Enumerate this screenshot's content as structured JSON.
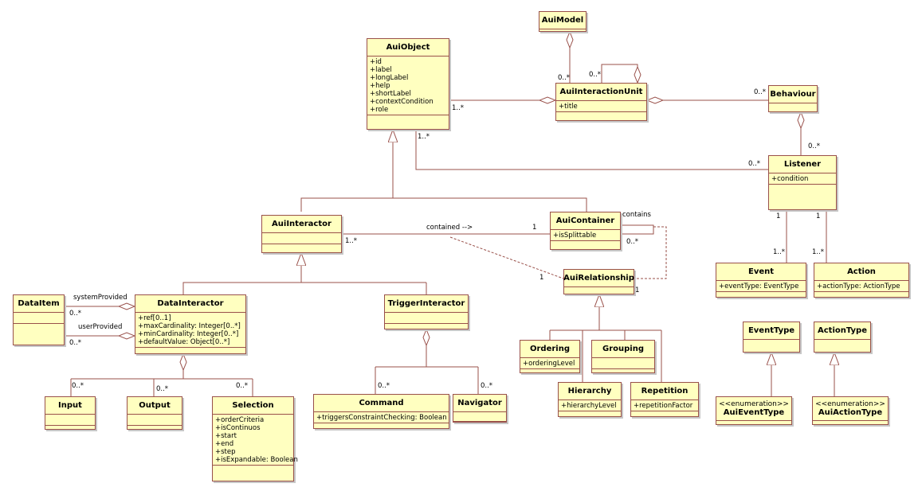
{
  "classes": {
    "aui_model": {
      "name": "AuiModel"
    },
    "aui_object": {
      "name": "AuiObject",
      "attributes": [
        "+id",
        "+label",
        "+longLabel",
        "+help",
        "+shortLabel",
        "+contextCondition",
        "+role"
      ]
    },
    "aui_interaction_unit": {
      "name": "AuiInteractionUnit",
      "attributes": [
        "+title"
      ]
    },
    "behaviour": {
      "name": "Behaviour"
    },
    "listener": {
      "name": "Listener",
      "attributes": [
        "+condition"
      ]
    },
    "aui_interactor": {
      "name": "AuiInteractor"
    },
    "aui_container": {
      "name": "AuiContainer",
      "attributes": [
        "+isSplittable"
      ]
    },
    "aui_relationship": {
      "name": "AuiRelationship"
    },
    "event": {
      "name": "Event",
      "attributes": [
        "+eventType: EventType"
      ]
    },
    "action": {
      "name": "Action",
      "attributes": [
        "+actionType: ActionType"
      ]
    },
    "data_item": {
      "name": "DataItem"
    },
    "data_interactor": {
      "name": "DataInteractor",
      "attributes": [
        "+ref[0..1]",
        "+maxCardinality: Integer[0..*]",
        "+minCardinality: Integer[0..*]",
        "+defaultValue: Object[0..*]"
      ]
    },
    "trigger_interactor": {
      "name": "TriggerInteractor"
    },
    "ordering": {
      "name": "Ordering",
      "attributes": [
        "+orderingLevel"
      ]
    },
    "grouping": {
      "name": "Grouping"
    },
    "hierarchy": {
      "name": "Hierarchy",
      "attributes": [
        "+hierarchyLevel"
      ]
    },
    "repetition": {
      "name": "Repetition",
      "attributes": [
        "+repetitionFactor"
      ]
    },
    "event_type": {
      "name": "EventType"
    },
    "action_type": {
      "name": "ActionType"
    },
    "aui_event_type": {
      "stereotype": "<<enumeration>>",
      "name": "AuiEventType"
    },
    "aui_action_type": {
      "stereotype": "<<enumeration>>",
      "name": "AuiActionType"
    },
    "input": {
      "name": "Input"
    },
    "output": {
      "name": "Output"
    },
    "selection": {
      "name": "Selection",
      "attributes": [
        "+orderCriteria",
        "+isContinuos",
        "+start",
        "+end",
        "+step",
        "+isExpandable: Boolean"
      ]
    },
    "command": {
      "name": "Command",
      "attributes": [
        "+triggersConstraintChecking: Boolean"
      ]
    },
    "navigator": {
      "name": "Navigator"
    }
  },
  "labels": {
    "model_unit_mult": "0..*",
    "unit_self_mult": "0..*",
    "object_unit_mult": "1..*",
    "unit_behaviour_mult": "0..*",
    "behaviour_listener_mult": "0..*",
    "object_listener_src": "1..*",
    "object_listener_dst": "0..*",
    "contained_name": "contained -->",
    "contained_src": "1..*",
    "contained_dst": "1",
    "contains_name": "contains",
    "contains_mult": "0..*",
    "rel_left": "1",
    "rel_right": "1",
    "listener_event_src": "1",
    "listener_event_dst": "1..*",
    "listener_action_src": "1",
    "listener_action_dst": "1..*",
    "system_provided": "systemProvided",
    "system_mult": "0..*",
    "user_provided": "userProvided",
    "user_mult": "0..*",
    "input_mult": "0..*",
    "output_mult": "0..*",
    "selection_mult": "0..*",
    "command_mult": "0..*",
    "navigator_mult": "0..*"
  }
}
